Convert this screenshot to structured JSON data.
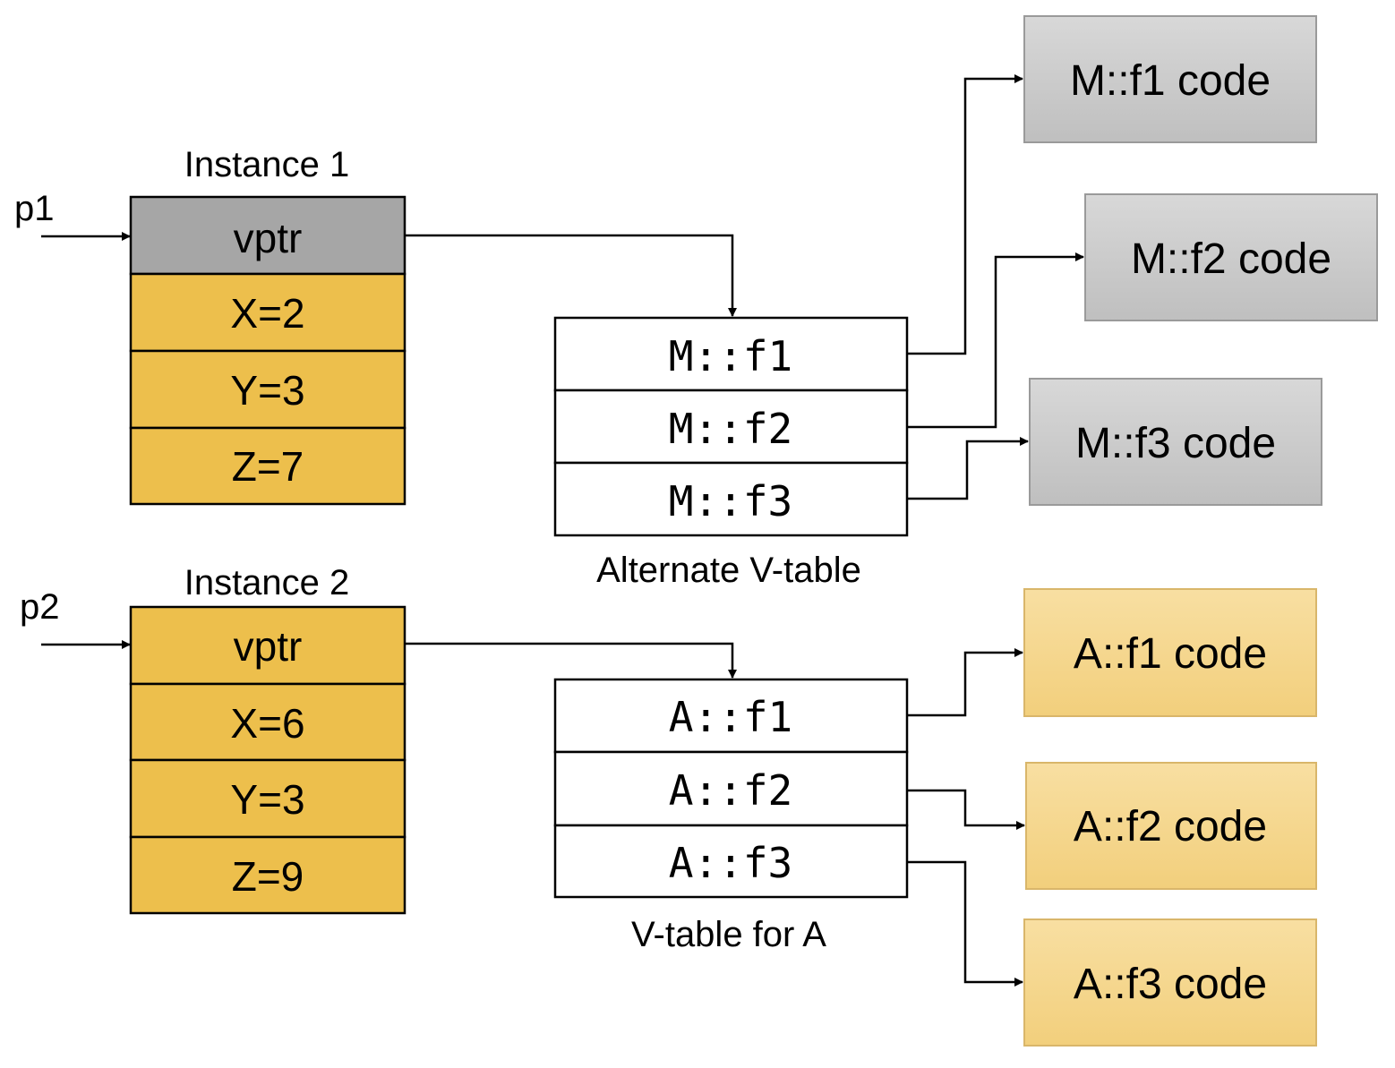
{
  "instance1": {
    "pointer": "p1",
    "title": "Instance 1",
    "cells": [
      "vptr",
      "X=2",
      "Y=3",
      "Z=7"
    ]
  },
  "instance2": {
    "pointer": "p2",
    "title": "Instance 2",
    "cells": [
      "vptr",
      "X=6",
      "Y=3",
      "Z=9"
    ]
  },
  "alt_vtable": {
    "caption": "Alternate V-table",
    "entries": [
      "M::f1",
      "M::f2",
      "M::f3"
    ]
  },
  "a_vtable": {
    "caption": "V-table for A",
    "entries": [
      "A::f1",
      "A::f2",
      "A::f3"
    ]
  },
  "m_code": [
    "M::f1 code",
    "M::f2 code",
    "M::f3 code"
  ],
  "a_code": [
    "A::f1 code",
    "A::f2 code",
    "A::f3 code"
  ],
  "colors": {
    "gold": "#EDBF4C",
    "vptr_gray": "#A6A6A6",
    "code_gray": "#D0D0D0",
    "code_gold": "#F7DB9A"
  }
}
